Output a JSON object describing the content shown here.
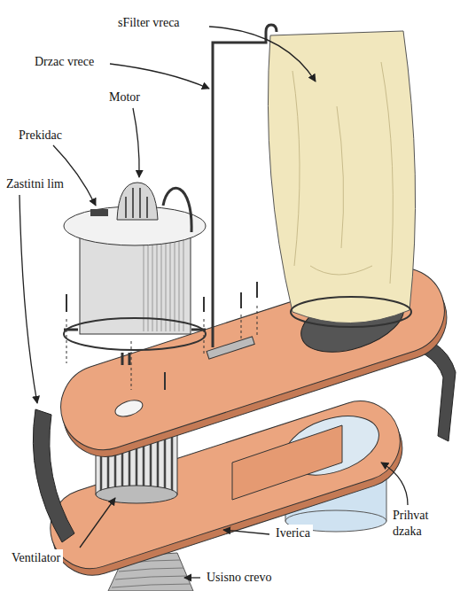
{
  "diagram": {
    "labels": [
      "sFilter vreca",
      "Drzac vrece",
      "Motor",
      "Prekidac",
      "Zastitni lim",
      "Prihvat dzaka",
      "Iverica",
      "Ventilator",
      "Usisno crevo"
    ]
  }
}
